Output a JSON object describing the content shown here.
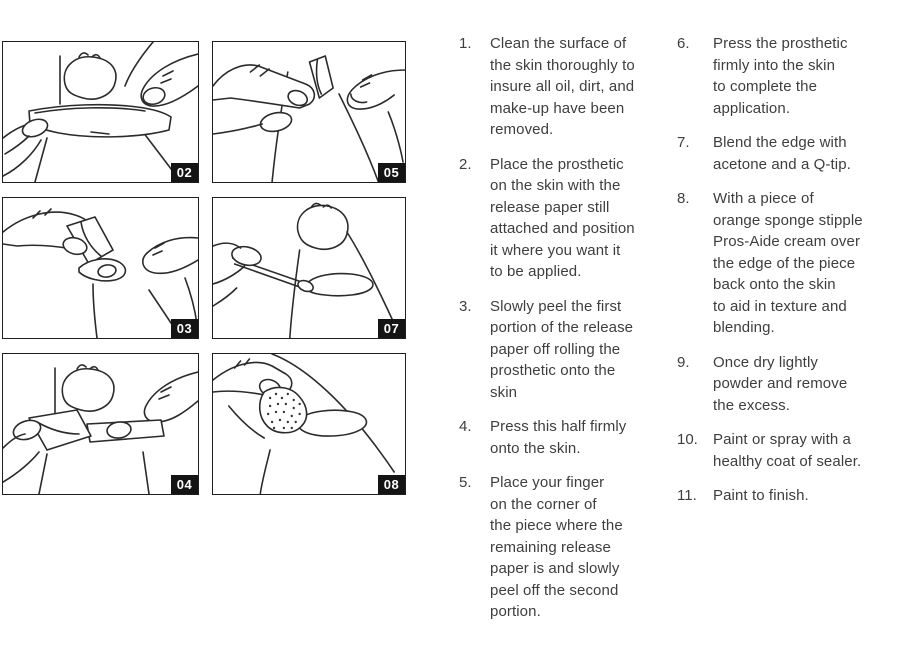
{
  "colors": {
    "text": "#3e3e40",
    "panel_border": "#1f1f1f",
    "label_background": "#141414",
    "label_text": "#ffffff"
  },
  "panels": [
    {
      "label": "02",
      "illustration": "hands-placing-prosthetic-strip-on-skin"
    },
    {
      "label": "05",
      "illustration": "finger-pressing-while-peeling-release-paper-upward"
    },
    {
      "label": "03",
      "illustration": "hand-peeling-first-portion-of-release-paper"
    },
    {
      "label": "07",
      "illustration": "hand-blending-edge-with-q-tip"
    },
    {
      "label": "04",
      "illustration": "finger-pressing-half-while-holding-paper-flap"
    },
    {
      "label": "08",
      "illustration": "hand-stippling-edge-with-orange-sponge"
    }
  ],
  "instructions": {
    "column1": [
      {
        "number": "1.",
        "text": "Clean the surface of\nthe skin thoroughly to\ninsure all oil, dirt, and\nmake-up have been\nremoved."
      },
      {
        "number": "2.",
        "text": "Place the prosthetic\non the skin with the\nrelease paper still\nattached and position\nit where you want it\nto be applied."
      },
      {
        "number": "3.",
        "text": "Slowly peel the first\nportion of the release\npaper off rolling the\nprosthetic onto the\nskin"
      },
      {
        "number": "4.",
        "text": "Press this half firmly\nonto the skin."
      },
      {
        "number": "5.",
        "text": "Place your finger\non the corner of\nthe piece where the\nremaining release\npaper is and slowly\npeel off the second\nportion."
      }
    ],
    "column2": [
      {
        "number": "6.",
        "text": "Press the prosthetic\nfirmly into the skin\nto complete the\napplication."
      },
      {
        "number": "7.",
        "text": "Blend the edge with\nacetone and a Q-tip."
      },
      {
        "number": "8.",
        "text": "With a piece of\norange sponge stipple\nPros-Aide cream over\nthe edge of the piece\nback onto the skin\nto aid in texture and\nblending."
      },
      {
        "number": "9.",
        "text": "Once dry lightly\npowder and remove\nthe excess."
      },
      {
        "number": "10.",
        "text": "Paint or spray with a\nhealthy coat of sealer."
      },
      {
        "number": "11.",
        "text": "Paint to finish."
      }
    ]
  }
}
